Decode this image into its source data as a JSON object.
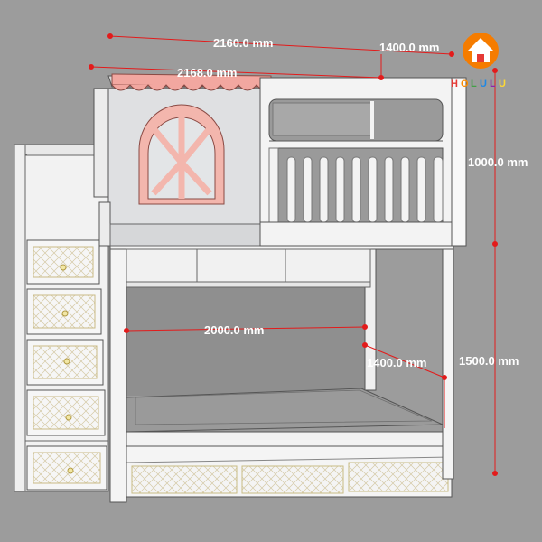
{
  "dimensions": {
    "overall_width": "2160.0 mm",
    "top_bunk_width": "2168.0 mm",
    "top_depth": "1400.0 mm",
    "upper_height": "1000.0 mm",
    "lower_length": "2000.0 mm",
    "lower_depth": "1400.0 mm",
    "lower_height": "1500.0 mm"
  },
  "logo": {
    "letters": [
      "H",
      "O",
      "L",
      "U",
      "L",
      "U"
    ],
    "letter_colors": [
      "#e53935",
      "#fb8c00",
      "#43a047",
      "#1e88e5",
      "#8e24aa",
      "#fdd835"
    ],
    "badge_color": "#f57c00"
  },
  "colors": {
    "background": "#9c9c9c",
    "frame": "#f4f4f4",
    "roof": "#f2a7a0",
    "window": "#f3b6ad",
    "dimension": "#e31b1b"
  }
}
